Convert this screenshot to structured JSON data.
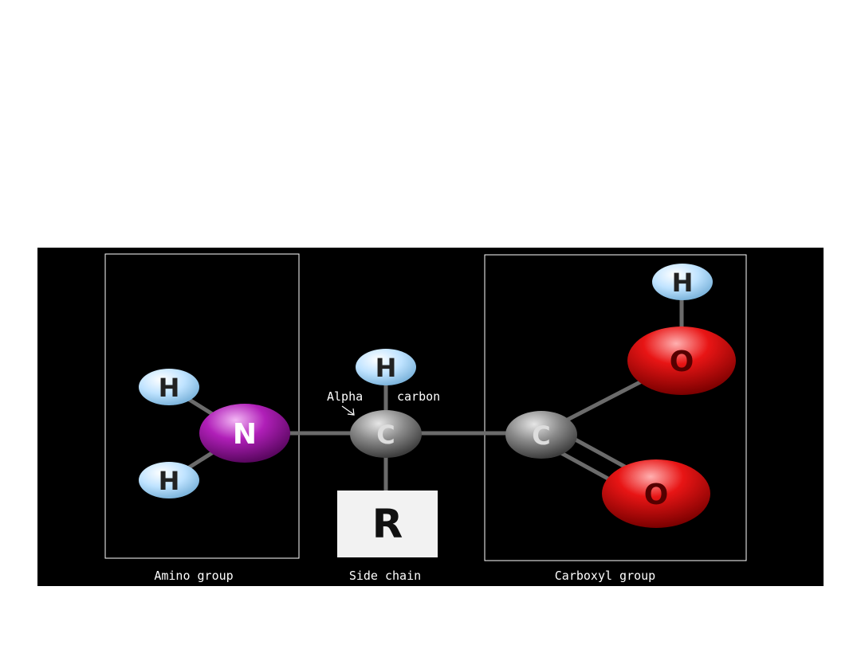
{
  "diagram": {
    "title": "",
    "colors": {
      "background": "#000000",
      "bond": "#6b6b6b",
      "hydrogen": "#bfe3ff",
      "nitrogen": "#a016a8",
      "carbon": "#8a8a8a",
      "oxygen": "#e01010",
      "text": "#ffffff"
    },
    "groups": {
      "amino": "Amino group",
      "side_chain": "Side chain",
      "carboxyl": "Carboxyl group"
    },
    "alpha_label_1": "Alpha",
    "alpha_label_2": "carbon",
    "atoms": {
      "h_amino_top": "H",
      "h_amino_bottom": "H",
      "nitrogen": "N",
      "h_alpha": "H",
      "alpha_carbon": "C",
      "side_chain_r": "R",
      "carboxyl_carbon": "C",
      "oxygen_hydroxyl": "O",
      "h_hydroxyl": "H",
      "oxygen_carbonyl": "O"
    }
  }
}
